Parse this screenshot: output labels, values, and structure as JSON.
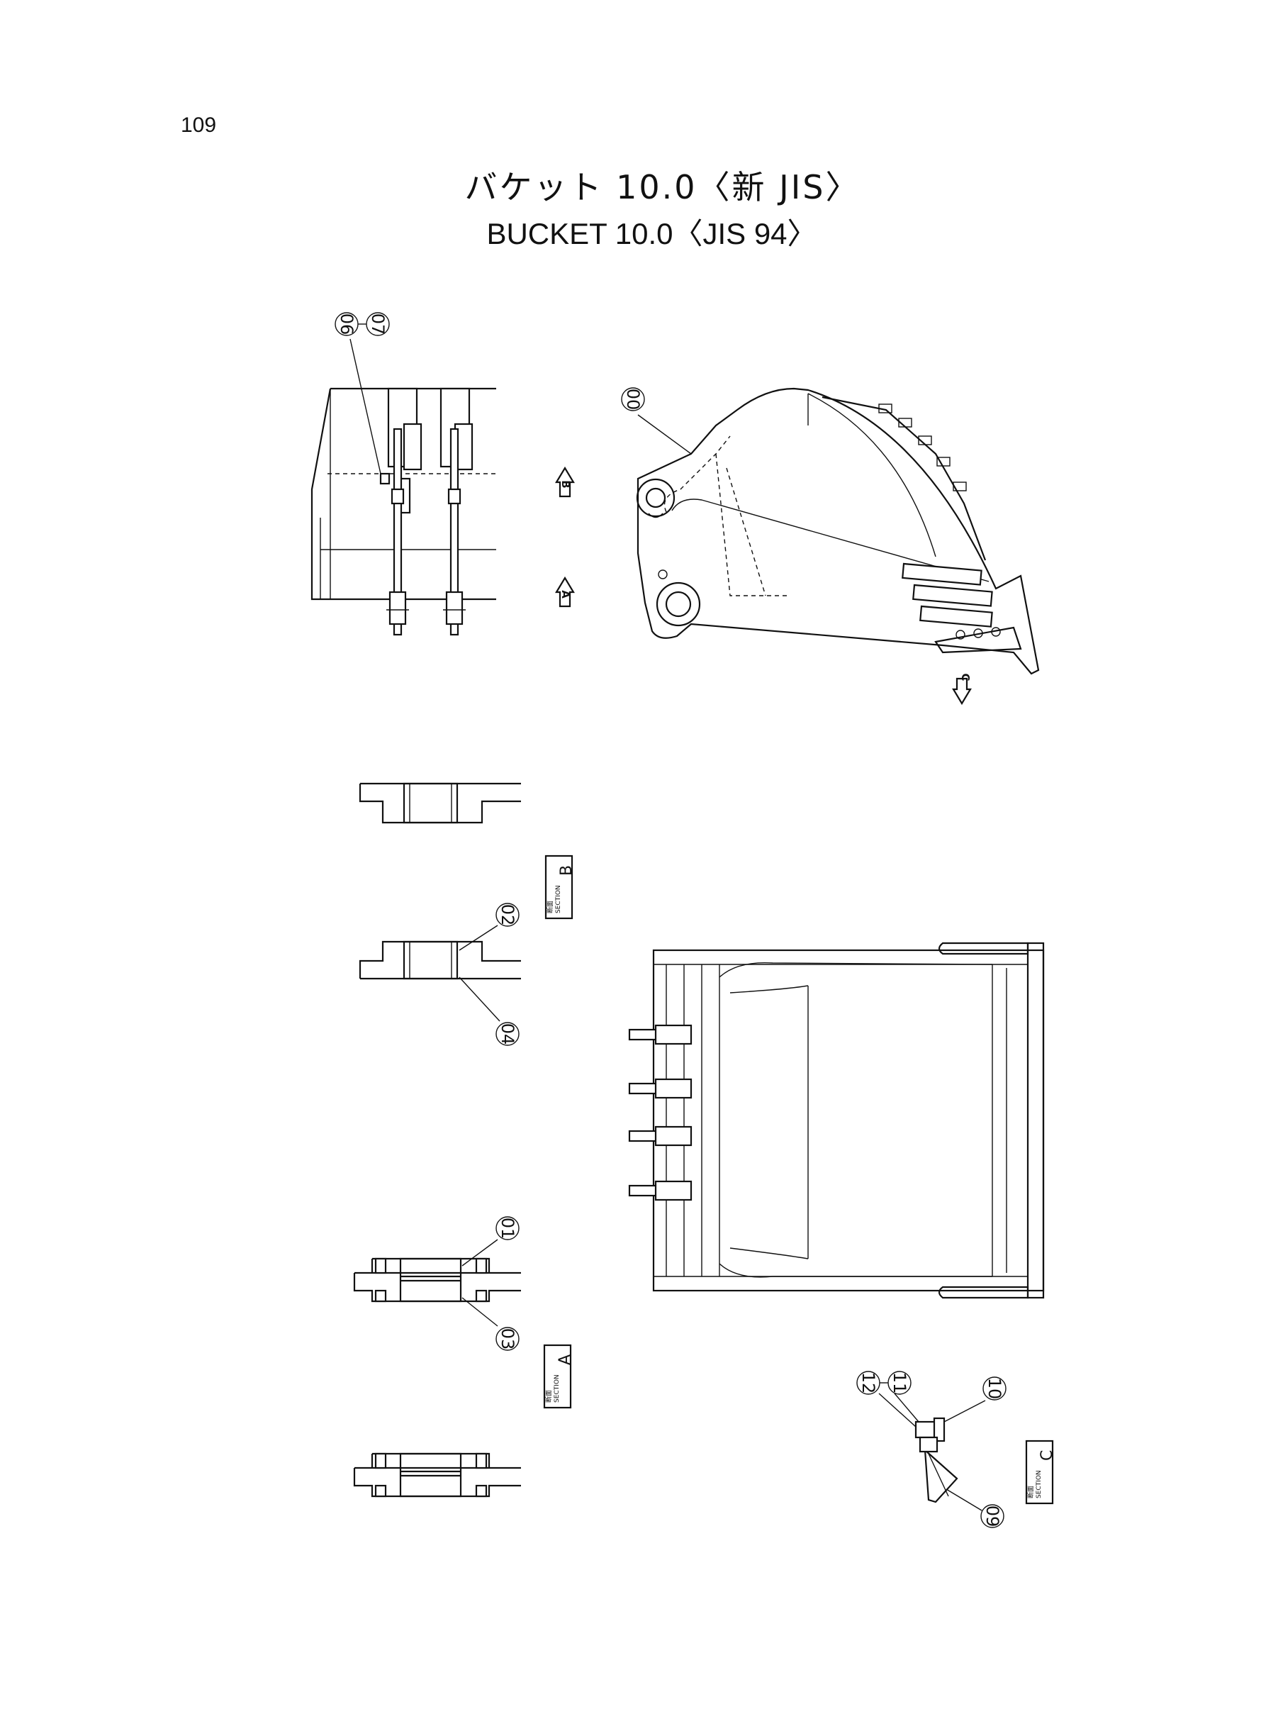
{
  "page_number": "109",
  "title_jp": "バケット 10.0〈新 JIS〉",
  "title_en": "BUCKET  10.0〈JIS 94〉",
  "callouts": {
    "c00": "00",
    "c01": "01",
    "c02": "02",
    "c03": "03",
    "c04": "04",
    "c06": "06",
    "c07": "07",
    "c09": "09",
    "c10": "10",
    "c11": "11",
    "c12": "12"
  },
  "view_arrows": {
    "a": "A",
    "b": "B",
    "c": "C"
  },
  "section_tags": {
    "word_jp": "断面",
    "word_en": "SECTION",
    "a": "A",
    "b": "B",
    "c": "C"
  }
}
